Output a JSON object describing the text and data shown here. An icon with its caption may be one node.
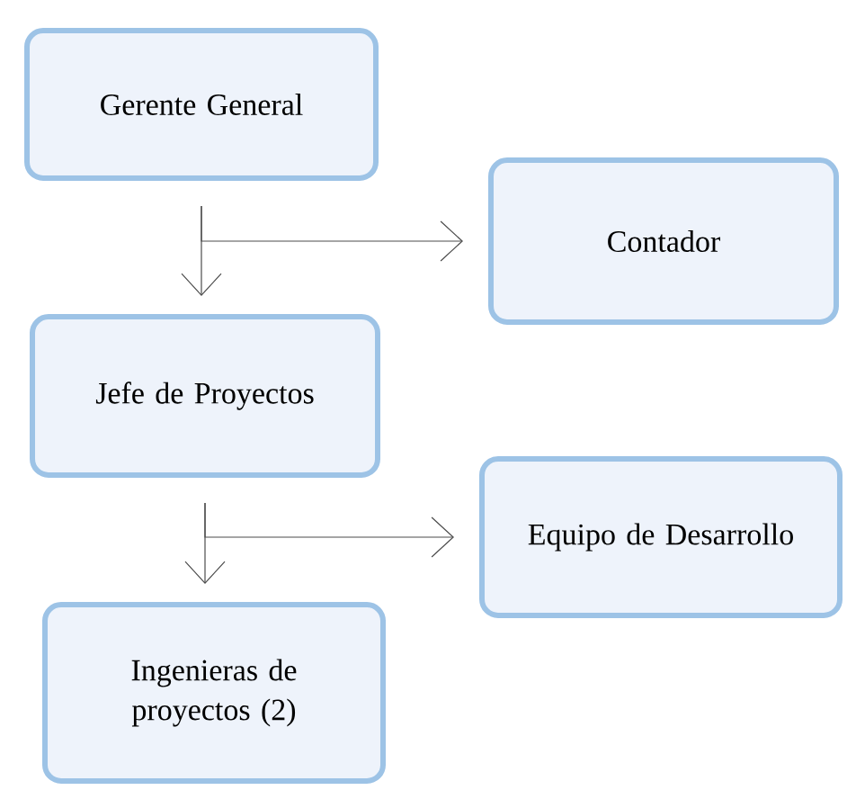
{
  "diagram": {
    "nodes": [
      {
        "text": [
          "Gerente General"
        ]
      },
      {
        "text": [
          "Contador"
        ]
      },
      {
        "text": [
          "Jefe de Proyectos"
        ]
      },
      {
        "text": [
          "Equipo de Desarrollo"
        ]
      },
      {
        "text": [
          "Ingenieras de proyectos (2)"
        ]
      }
    ],
    "edges": [
      {
        "from": 0,
        "to": 2,
        "arrow": "to"
      },
      {
        "from": 0,
        "to": 1,
        "arrow": "to"
      },
      {
        "from": 2,
        "to": 4,
        "arrow": "to"
      },
      {
        "from": 2,
        "to": 3,
        "arrow": "to"
      }
    ]
  }
}
